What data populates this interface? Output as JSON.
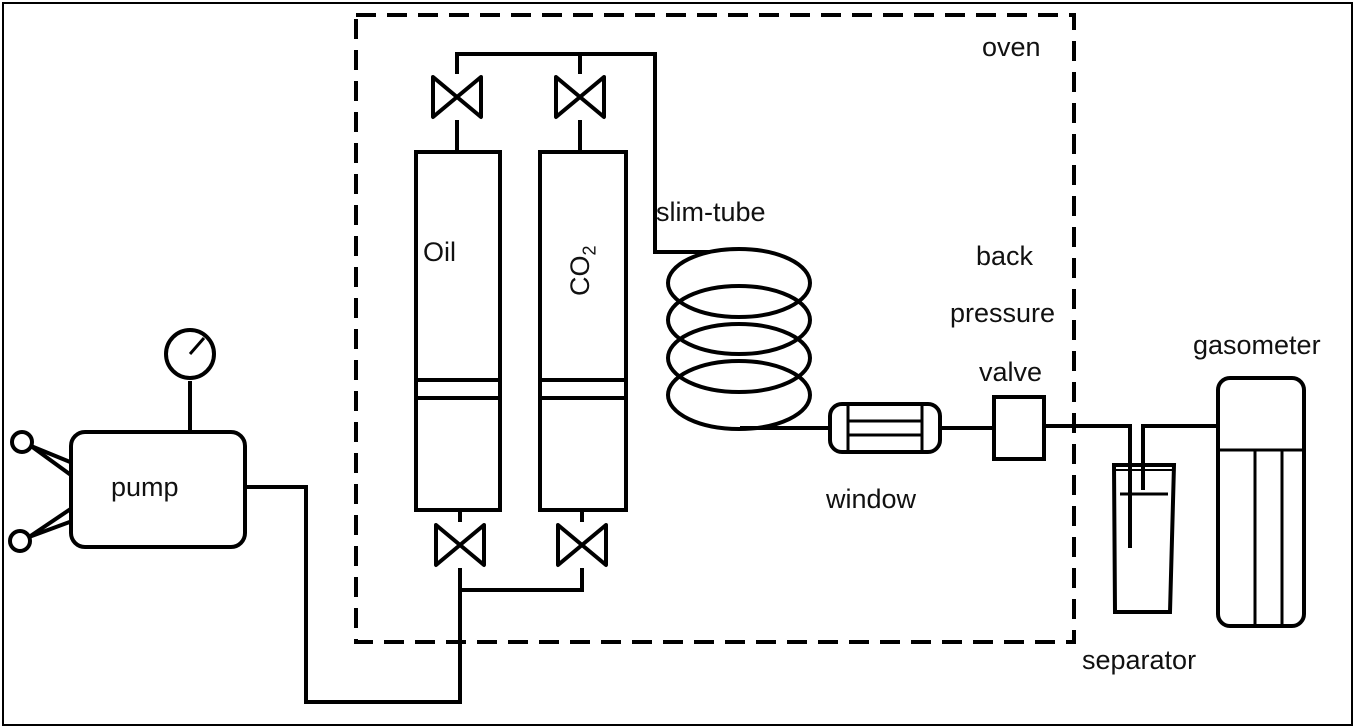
{
  "labels": {
    "oven": "oven",
    "pump": "pump",
    "oil": "Oil",
    "co2_main": "CO",
    "co2_sub": "2",
    "slim_tube": "slim-tube",
    "back": "back",
    "pressure": "pressure",
    "valve": "valve",
    "window": "window",
    "gasometer": "gasometer",
    "separator": "separator"
  }
}
